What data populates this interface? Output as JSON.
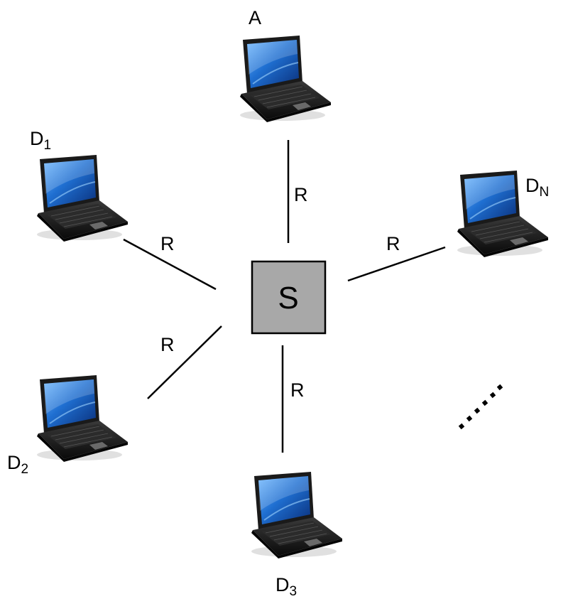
{
  "switch": {
    "label": "S",
    "fill": "#a8a8a8"
  },
  "nodes": {
    "a": {
      "label": "A",
      "sub": ""
    },
    "d1": {
      "label": "D",
      "sub": "1"
    },
    "d2": {
      "label": "D",
      "sub": "2"
    },
    "d3": {
      "label": "D",
      "sub": "3"
    },
    "dn": {
      "label": "D",
      "sub": "N"
    }
  },
  "links": {
    "a": {
      "label": "R"
    },
    "d1": {
      "label": "R"
    },
    "d2": {
      "label": "R"
    },
    "d3": {
      "label": "R"
    },
    "dn": {
      "label": "R"
    }
  },
  "ellipsis": "continuation-dots",
  "icon": "laptop-icon",
  "colors": {
    "screen": "#1f6fd1",
    "body": "#111111",
    "switch": "#a8a8a8"
  }
}
